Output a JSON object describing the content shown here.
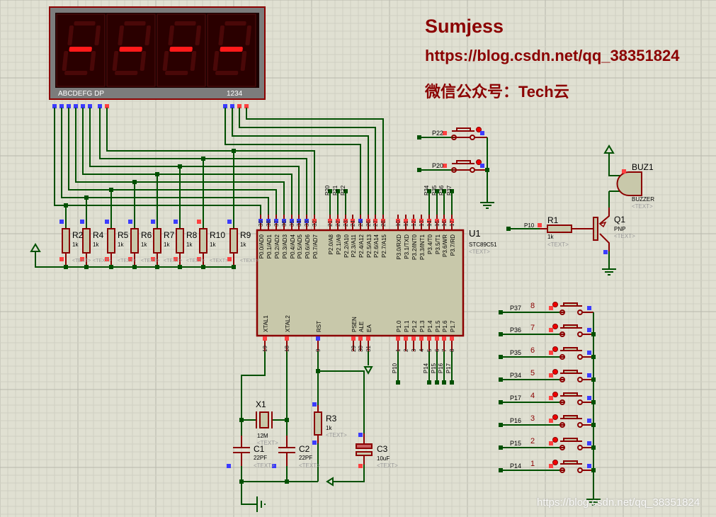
{
  "header": {
    "author": "Sumjess",
    "url": "https://blog.csdn.net/qq_38351824",
    "wechat": "微信公众号：Tech云"
  },
  "watermark": "https://blog.csdn.net/qq_38351824",
  "placeholder_text": "<TEXT>",
  "colors": {
    "wire": "#005000",
    "component": "#8b0000",
    "body": "#c8c8aa",
    "segment_on": "#ff1a1a",
    "background": "#e0e0d2"
  },
  "display": {
    "segment_label": "ABCDEFG DP",
    "digit_label": "1234",
    "digits_shown": [
      "-",
      "-",
      "-",
      "-"
    ]
  },
  "mcu": {
    "ref": "U1",
    "part": "STC89C51",
    "top_pins": [
      {
        "num": "39",
        "name": "P0.0/AD0"
      },
      {
        "num": "38",
        "name": "P0.1/AD1"
      },
      {
        "num": "37",
        "name": "P0.2/AD2"
      },
      {
        "num": "36",
        "name": "P0.3/AD3"
      },
      {
        "num": "35",
        "name": "P0.4/AD4"
      },
      {
        "num": "34",
        "name": "P0.5/AD5"
      },
      {
        "num": "33",
        "name": "P0.6/AD6"
      },
      {
        "num": "32",
        "name": "P0.7/AD7"
      },
      {
        "num": "21",
        "name": "P2.0/A8"
      },
      {
        "num": "22",
        "name": "P2.1/A9"
      },
      {
        "num": "23",
        "name": "P2.2/A10"
      },
      {
        "num": "24",
        "name": "P2.3/A11"
      },
      {
        "num": "25",
        "name": "P2.4/A12"
      },
      {
        "num": "26",
        "name": "P2.5/A13"
      },
      {
        "num": "27",
        "name": "P2.6/A14"
      },
      {
        "num": "28",
        "name": "P2.7/A15"
      },
      {
        "num": "10",
        "name": "P3.0/RXD"
      },
      {
        "num": "11",
        "name": "P3.1/TXD"
      },
      {
        "num": "12",
        "name": "P3.2/INT0"
      },
      {
        "num": "13",
        "name": "P3.3/INT1"
      },
      {
        "num": "14",
        "name": "P3.4/T0"
      },
      {
        "num": "15",
        "name": "P3.5/T1"
      },
      {
        "num": "16",
        "name": "P3.6/WR"
      },
      {
        "num": "17",
        "name": "P3.7/RD"
      }
    ],
    "bottom_pins": [
      {
        "num": "19",
        "name": "XTAL1"
      },
      {
        "num": "18",
        "name": "XTAL2"
      },
      {
        "num": "9",
        "name": "RST"
      },
      {
        "num": "29",
        "name": "PSEN"
      },
      {
        "num": "30",
        "name": "ALE"
      },
      {
        "num": "31",
        "name": "EA"
      },
      {
        "num": "1",
        "name": "P1.0"
      },
      {
        "num": "2",
        "name": "P1.1"
      },
      {
        "num": "3",
        "name": "P1.2"
      },
      {
        "num": "4",
        "name": "P1.3"
      },
      {
        "num": "5",
        "name": "P1.4"
      },
      {
        "num": "6",
        "name": "P1.5"
      },
      {
        "num": "7",
        "name": "P1.6"
      },
      {
        "num": "8",
        "name": "P1.7"
      }
    ]
  },
  "net_labels": {
    "p2": [
      "P20",
      "P21",
      "P22"
    ],
    "p3": [
      "P34",
      "P35",
      "P36",
      "P37"
    ],
    "p1": [
      "P10",
      "P14",
      "P15",
      "P16",
      "P17"
    ]
  },
  "resistor_array": [
    {
      "ref": "R2",
      "value": "1k"
    },
    {
      "ref": "R4",
      "value": "1k"
    },
    {
      "ref": "R5",
      "value": "1k"
    },
    {
      "ref": "R6",
      "value": "1k"
    },
    {
      "ref": "R7",
      "value": "1k"
    },
    {
      "ref": "R8",
      "value": "1k"
    },
    {
      "ref": "R10",
      "value": "1k"
    },
    {
      "ref": "R9",
      "value": "1k"
    }
  ],
  "top_buttons": [
    {
      "net": "P22"
    },
    {
      "net": "P20"
    }
  ],
  "buzzer": {
    "ref": "BUZ1",
    "part": "BUZZER"
  },
  "transistor": {
    "ref": "Q1",
    "part": "PNP"
  },
  "r1": {
    "ref": "R1",
    "value": "1k",
    "net": "P10"
  },
  "keys": [
    {
      "num": "8",
      "net": "P37"
    },
    {
      "num": "7",
      "net": "P36"
    },
    {
      "num": "6",
      "net": "P35"
    },
    {
      "num": "5",
      "net": "P34"
    },
    {
      "num": "4",
      "net": "P17"
    },
    {
      "num": "3",
      "net": "P16"
    },
    {
      "num": "2",
      "net": "P15"
    },
    {
      "num": "1",
      "net": "P14"
    }
  ],
  "crystal": {
    "ref": "X1",
    "value": "12M"
  },
  "c1": {
    "ref": "C1",
    "value": "22PF"
  },
  "c2": {
    "ref": "C2",
    "value": "22PF"
  },
  "r3": {
    "ref": "R3",
    "value": "1k"
  },
  "c3": {
    "ref": "C3",
    "value": "10uF"
  }
}
